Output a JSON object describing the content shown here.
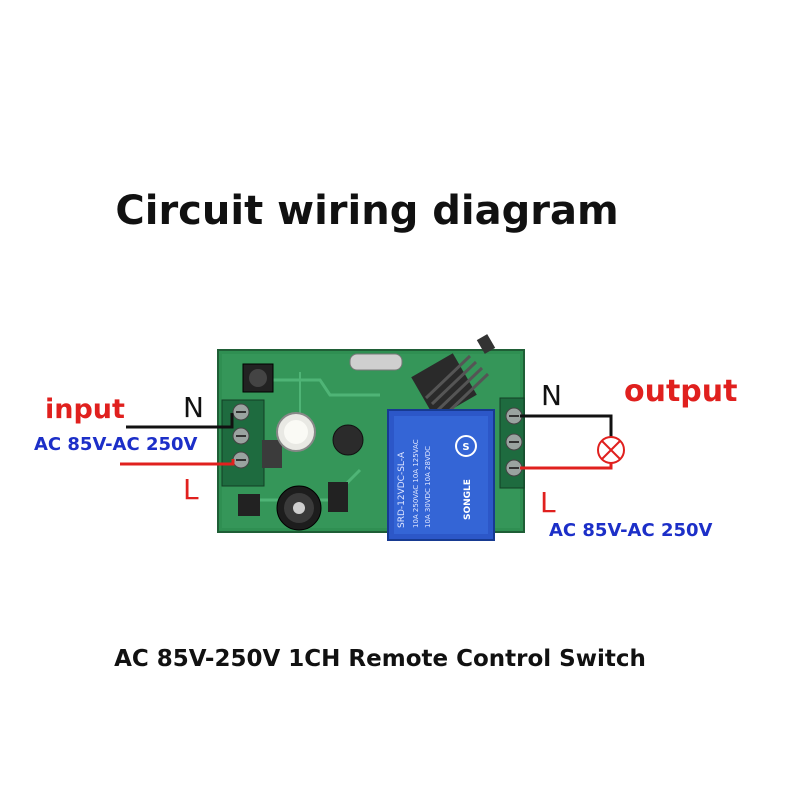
{
  "diagram": {
    "title": "Circuit wiring diagram",
    "caption": "AC 85V-250V 1CH Remote Control Switch"
  },
  "input": {
    "label": "input",
    "neutral": "N",
    "line": "L",
    "voltage": "AC 85V-AC 250V"
  },
  "output": {
    "label": "output",
    "neutral": "N",
    "line": "L",
    "voltage": "AC 85V-AC 250V"
  },
  "relay": {
    "line1": "SRD-12VDC-SL-A",
    "line2": "10A 250VAC  10A 125VAC",
    "line3": "10A 30VDC  10A 28VDC",
    "brand": "SONGLE"
  },
  "colors": {
    "board": "#2f8f52",
    "relay": "#2c57c8",
    "live_wire": "#e0201e",
    "neutral_wire": "#111111",
    "label_blue": "#1c2fc8"
  }
}
